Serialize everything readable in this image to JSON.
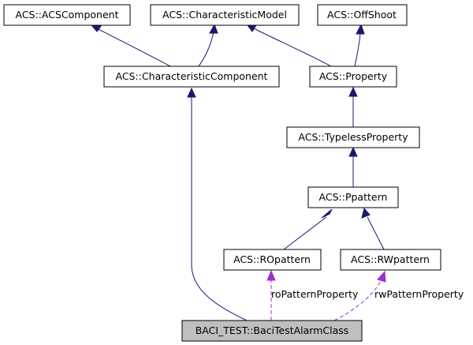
{
  "nodes": {
    "acs_component": "ACS::ACSComponent",
    "characteristic_model": "ACS::CharacteristicModel",
    "offshoot": "ACS::OffShoot",
    "characteristic_component": "ACS::CharacteristicComponent",
    "property": "ACS::Property",
    "typeless_property": "ACS::TypelessProperty",
    "ppattern": "ACS::Ppattern",
    "ropattern": "ACS::ROpattern",
    "rwpattern": "ACS::RWpattern",
    "baci_test_alarm_class": "BACI_TEST::BaciTestAlarmClass"
  },
  "edge_labels": {
    "ro_pattern_property": "roPatternProperty",
    "rw_pattern_property": "rwPatternProperty"
  },
  "colors": {
    "inheritance": "#191970",
    "usage": "#9a32cd",
    "highlight_fill": "#bfbfbf"
  }
}
